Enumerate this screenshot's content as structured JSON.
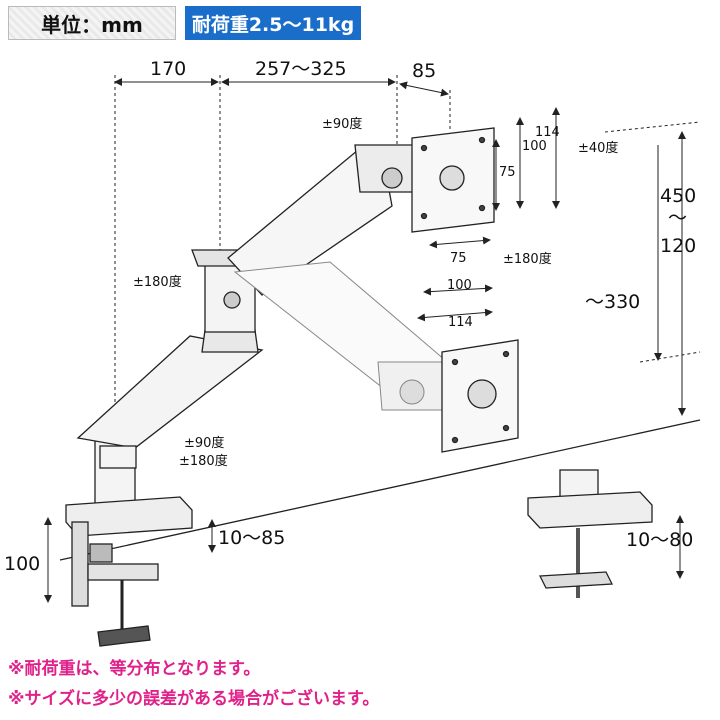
{
  "header": {
    "unit_label": "単位：mm",
    "load_label": "耐荷重2.5〜11kg"
  },
  "dimensions": {
    "depth_base": "170",
    "arm_reach": "257〜325",
    "head_offset": "85",
    "swivel_head": "±90度",
    "tilt": "±40度",
    "rotate_head": "±180度",
    "swivel_mid": "±180度",
    "swivel_base_1": "±90度",
    "swivel_base_2": "±180度",
    "vesa_v_114": "114",
    "vesa_v_100": "100",
    "vesa_v_75": "75",
    "vesa_h_75": "75",
    "vesa_h_100": "100",
    "vesa_h_114": "114",
    "height_max": "450",
    "height_tilde": "〜",
    "height_min": "120",
    "height_low": "〜330",
    "clamp_height": "100",
    "clamp_range": "10〜85",
    "grommet_range": "10〜80"
  },
  "notes": [
    "※耐荷重は、等分布となります。",
    "※サイズに多少の誤差がある場合がございます。"
  ],
  "colors": {
    "accent_blue": "#1a6ec9",
    "note_pink": "#e0218a"
  }
}
